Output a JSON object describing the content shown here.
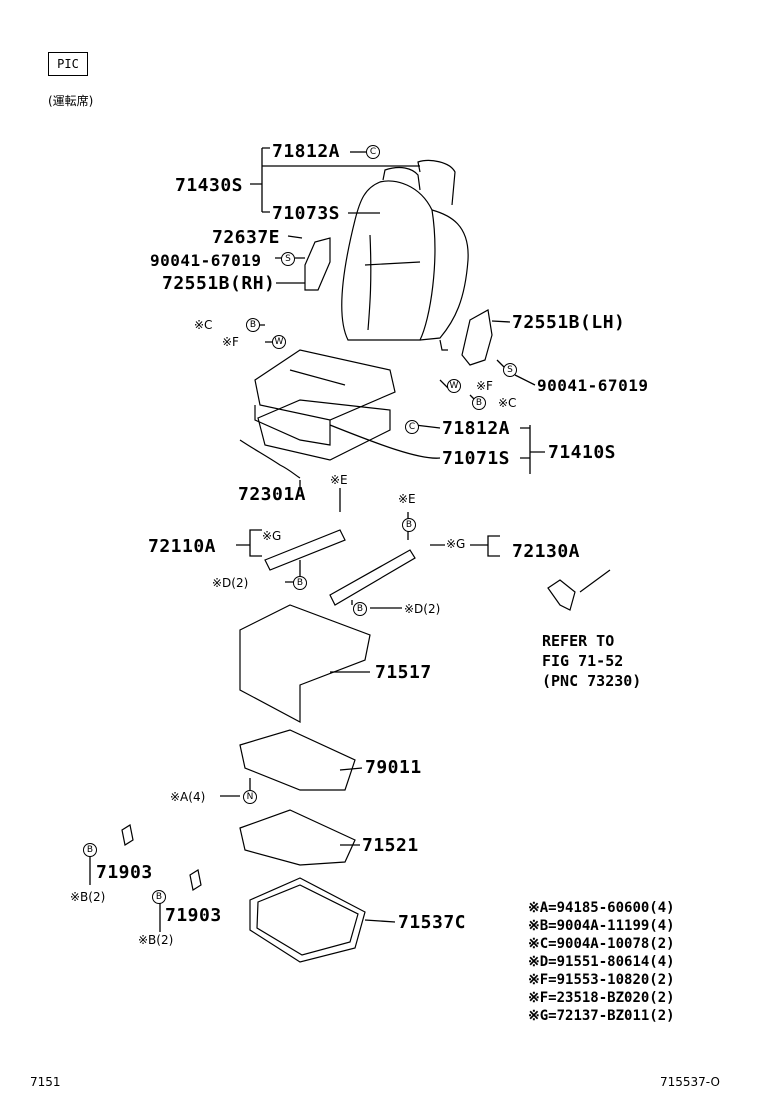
{
  "header": {
    "pic_tag": "PIC",
    "subtitle": "(運転席)"
  },
  "parts": {
    "p71812A_top": "71812A",
    "p71430S": "71430S",
    "p71073S": "71073S",
    "p72637E": "72637E",
    "p90041_left": "90041-67019",
    "p72551B_RH": "72551B(RH)",
    "p72551B_LH": "72551B(LH)",
    "p90041_right": "90041-67019",
    "p71812A_mid": "71812A",
    "p71071S": "71071S",
    "p71410S": "71410S",
    "p72301A": "72301A",
    "p72110A": "72110A",
    "p72130A": "72130A",
    "p71517": "71517",
    "p79011": "79011",
    "p71521": "71521",
    "p71903_a": "71903",
    "p71903_b": "71903",
    "p71537C": "71537C"
  },
  "callouts": {
    "c_top_C": "※C",
    "c_top_F": "※F",
    "c_right_F": "※F",
    "c_right_C": "※C",
    "c_E_left": "※E",
    "c_E_right": "※E",
    "c_G_left": "※G",
    "c_G_right": "※G",
    "c_D_left": "※D(2)",
    "c_D_right": "※D(2)",
    "c_A": "※A(4)",
    "c_B_a": "※B(2)",
    "c_B_b": "※B(2)"
  },
  "symbols": {
    "B": "B",
    "W": "W",
    "S": "S",
    "N": "N",
    "C": "C"
  },
  "refer": {
    "line1": "REFER TO",
    "line2": "FIG 71-52",
    "line3": "(PNC 73230)"
  },
  "legend": [
    "※A=94185-60600(4)",
    "※B=9004A-11199(4)",
    "※C=9004A-10078(2)",
    "※D=91551-80614(4)",
    "※F=91553-10820(2)",
    "※F=23518-BZ020(2)",
    "※G=72137-BZ011(2)"
  ],
  "footer": {
    "left": "7151",
    "right": "715537-O"
  }
}
